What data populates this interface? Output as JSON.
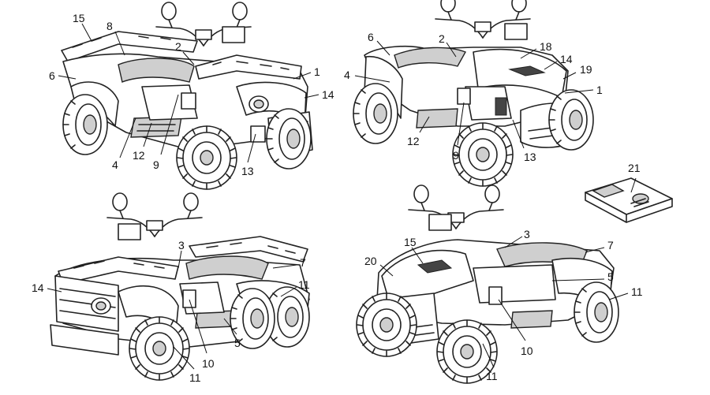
{
  "callouts": {
    "q1": [
      "15",
      "8",
      "2",
      "6",
      "1",
      "14",
      "4",
      "12",
      "9",
      "13"
    ],
    "q2": [
      "6",
      "2",
      "18",
      "14",
      "19",
      "4",
      "1",
      "12",
      "9",
      "13"
    ],
    "q3": [
      "3",
      "7",
      "14",
      "11",
      "5",
      "10",
      "11"
    ],
    "q4": [
      "3",
      "15",
      "7",
      "20",
      "5",
      "11",
      "10",
      "11"
    ],
    "manual": [
      "21"
    ]
  }
}
